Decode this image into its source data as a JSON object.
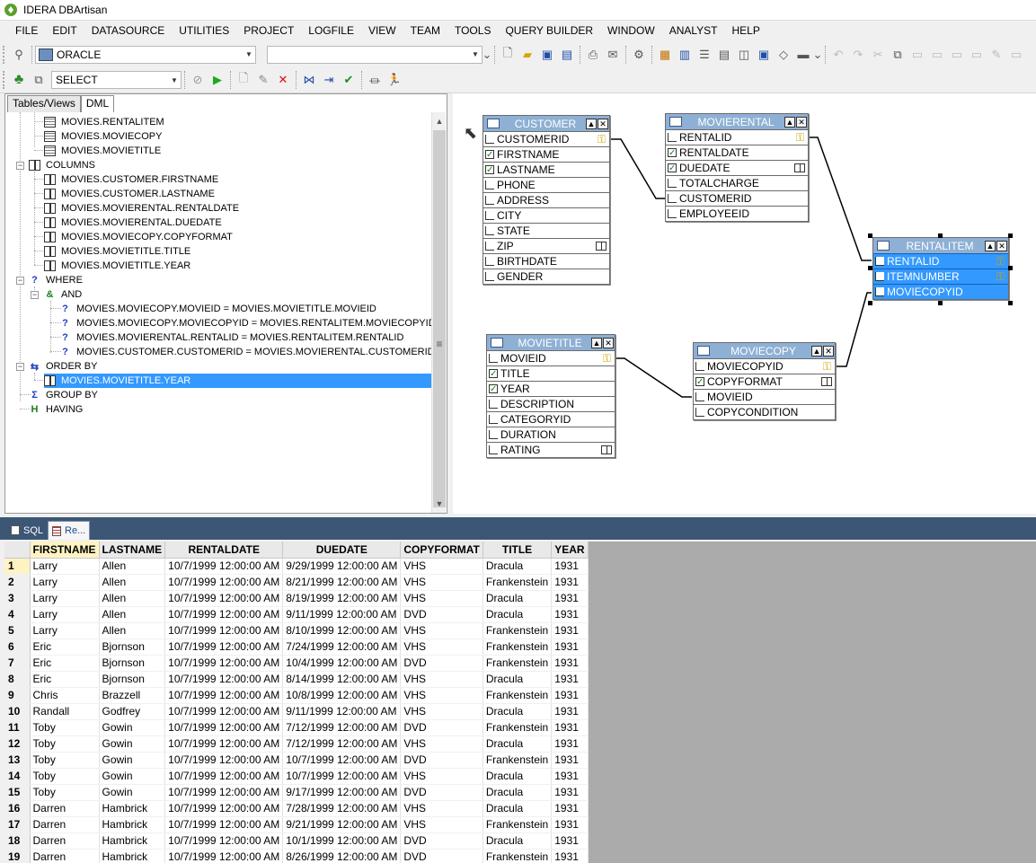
{
  "window": {
    "title": "IDERA DBArtisan"
  },
  "menu": [
    "FILE",
    "EDIT",
    "DATASOURCE",
    "UTILITIES",
    "PROJECT",
    "LOGFILE",
    "VIEW",
    "TEAM",
    "TOOLS",
    "QUERY BUILDER",
    "WINDOW",
    "ANALYST",
    "HELP"
  ],
  "toolbar1": {
    "datasource": "ORACLE",
    "second_combo": ""
  },
  "toolbar2": {
    "statement_type": "SELECT"
  },
  "left_tabs": [
    "Tables/Views",
    "DML"
  ],
  "tree": {
    "items": [
      "MOVIES.RENTALITEM",
      "MOVIES.MOVIECOPY",
      "MOVIES.MOVIETITLE",
      "COLUMNS",
      "MOVIES.CUSTOMER.FIRSTNAME",
      "MOVIES.CUSTOMER.LASTNAME",
      "MOVIES.MOVIERENTAL.RENTALDATE",
      "MOVIES.MOVIERENTAL.DUEDATE",
      "MOVIES.MOVIECOPY.COPYFORMAT",
      "MOVIES.MOVIETITLE.TITLE",
      "MOVIES.MOVIETITLE.YEAR",
      "WHERE",
      "AND",
      "MOVIES.MOVIECOPY.MOVIEID = MOVIES.MOVIETITLE.MOVIEID",
      "MOVIES.MOVIECOPY.MOVIECOPYID = MOVIES.RENTALITEM.MOVIECOPYID",
      "MOVIES.MOVIERENTAL.RENTALID = MOVIES.RENTALITEM.RENTALID",
      "MOVIES.CUSTOMER.CUSTOMERID = MOVIES.MOVIERENTAL.CUSTOMERID",
      "ORDER BY",
      "MOVIES.MOVIETITLE.YEAR",
      "GROUP BY",
      "HAVING"
    ]
  },
  "tables": {
    "customer": {
      "name": "CUSTOMER",
      "columns": [
        "CUSTOMERID",
        "FIRSTNAME",
        "LASTNAME",
        "PHONE",
        "ADDRESS",
        "CITY",
        "STATE",
        "ZIP",
        "BIRTHDATE",
        "GENDER"
      ]
    },
    "movierental": {
      "name": "MOVIERENTAL",
      "columns": [
        "RENTALID",
        "RENTALDATE",
        "DUEDATE",
        "TOTALCHARGE",
        "CUSTOMERID",
        "EMPLOYEEID"
      ]
    },
    "rentalitem": {
      "name": "RENTALITEM",
      "columns": [
        "RENTALID",
        "ITEMNUMBER",
        "MOVIECOPYID"
      ]
    },
    "movietitle": {
      "name": "MOVIETITLE",
      "columns": [
        "MOVIEID",
        "TITLE",
        "YEAR",
        "DESCRIPTION",
        "CATEGORYID",
        "DURATION",
        "RATING"
      ]
    },
    "moviecopy": {
      "name": "MOVIECOPY",
      "columns": [
        "MOVIECOPYID",
        "COPYFORMAT",
        "MOVIEID",
        "COPYCONDITION"
      ]
    }
  },
  "bottom_tabs": [
    "SQL",
    "Re..."
  ],
  "results": {
    "columns": [
      "FIRSTNAME",
      "LASTNAME",
      "RENTALDATE",
      "DUEDATE",
      "COPYFORMAT",
      "TITLE",
      "YEAR"
    ],
    "rows": [
      [
        "1",
        "Larry",
        "Allen",
        "10/7/1999 12:00:00 AM",
        "9/29/1999 12:00:00 AM",
        "VHS",
        "Dracula",
        "1931"
      ],
      [
        "2",
        "Larry",
        "Allen",
        "10/7/1999 12:00:00 AM",
        "8/21/1999 12:00:00 AM",
        "VHS",
        "Frankenstein",
        "1931"
      ],
      [
        "3",
        "Larry",
        "Allen",
        "10/7/1999 12:00:00 AM",
        "8/19/1999 12:00:00 AM",
        "VHS",
        "Dracula",
        "1931"
      ],
      [
        "4",
        "Larry",
        "Allen",
        "10/7/1999 12:00:00 AM",
        "9/11/1999 12:00:00 AM",
        "DVD",
        "Dracula",
        "1931"
      ],
      [
        "5",
        "Larry",
        "Allen",
        "10/7/1999 12:00:00 AM",
        "8/10/1999 12:00:00 AM",
        "VHS",
        "Frankenstein",
        "1931"
      ],
      [
        "6",
        "Eric",
        "Bjornson",
        "10/7/1999 12:00:00 AM",
        "7/24/1999 12:00:00 AM",
        "VHS",
        "Frankenstein",
        "1931"
      ],
      [
        "7",
        "Eric",
        "Bjornson",
        "10/7/1999 12:00:00 AM",
        "10/4/1999 12:00:00 AM",
        "DVD",
        "Frankenstein",
        "1931"
      ],
      [
        "8",
        "Eric",
        "Bjornson",
        "10/7/1999 12:00:00 AM",
        "8/14/1999 12:00:00 AM",
        "VHS",
        "Dracula",
        "1931"
      ],
      [
        "9",
        "Chris",
        "Brazzell",
        "10/7/1999 12:00:00 AM",
        "10/8/1999 12:00:00 AM",
        "VHS",
        "Frankenstein",
        "1931"
      ],
      [
        "10",
        "Randall",
        "Godfrey",
        "10/7/1999 12:00:00 AM",
        "9/11/1999 12:00:00 AM",
        "VHS",
        "Dracula",
        "1931"
      ],
      [
        "11",
        "Toby",
        "Gowin",
        "10/7/1999 12:00:00 AM",
        "7/12/1999 12:00:00 AM",
        "DVD",
        "Frankenstein",
        "1931"
      ],
      [
        "12",
        "Toby",
        "Gowin",
        "10/7/1999 12:00:00 AM",
        "7/12/1999 12:00:00 AM",
        "VHS",
        "Dracula",
        "1931"
      ],
      [
        "13",
        "Toby",
        "Gowin",
        "10/7/1999 12:00:00 AM",
        "10/7/1999 12:00:00 AM",
        "DVD",
        "Frankenstein",
        "1931"
      ],
      [
        "14",
        "Toby",
        "Gowin",
        "10/7/1999 12:00:00 AM",
        "10/7/1999 12:00:00 AM",
        "VHS",
        "Dracula",
        "1931"
      ],
      [
        "15",
        "Toby",
        "Gowin",
        "10/7/1999 12:00:00 AM",
        "9/17/1999 12:00:00 AM",
        "DVD",
        "Dracula",
        "1931"
      ],
      [
        "16",
        "Darren",
        "Hambrick",
        "10/7/1999 12:00:00 AM",
        "7/28/1999 12:00:00 AM",
        "VHS",
        "Dracula",
        "1931"
      ],
      [
        "17",
        "Darren",
        "Hambrick",
        "10/7/1999 12:00:00 AM",
        "9/21/1999 12:00:00 AM",
        "VHS",
        "Frankenstein",
        "1931"
      ],
      [
        "18",
        "Darren",
        "Hambrick",
        "10/7/1999 12:00:00 AM",
        "10/1/1999 12:00:00 AM",
        "DVD",
        "Dracula",
        "1931"
      ],
      [
        "19",
        "Darren",
        "Hambrick",
        "10/7/1999 12:00:00 AM",
        "8/26/1999 12:00:00 AM",
        "DVD",
        "Frankenstein",
        "1931"
      ]
    ]
  },
  "colors": {
    "accent": "#3399ff",
    "table_header": "#8eb0d4",
    "tab_bar": "#3c5675"
  }
}
